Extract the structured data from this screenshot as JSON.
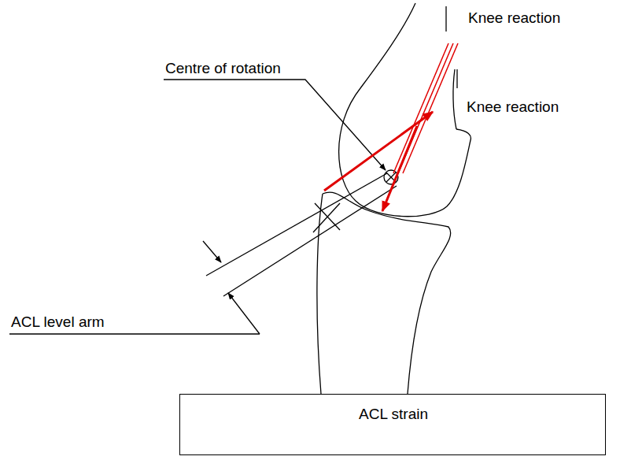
{
  "diagram": {
    "nodes": [
      {
        "text": [
          "Knee reaction"
        ]
      },
      {
        "text": [
          "Knee reaction"
        ]
      },
      {
        "text": [
          "ACL strain"
        ]
      }
    ],
    "labels": [
      "Centre of rotation",
      "ACL level arm"
    ]
  }
}
